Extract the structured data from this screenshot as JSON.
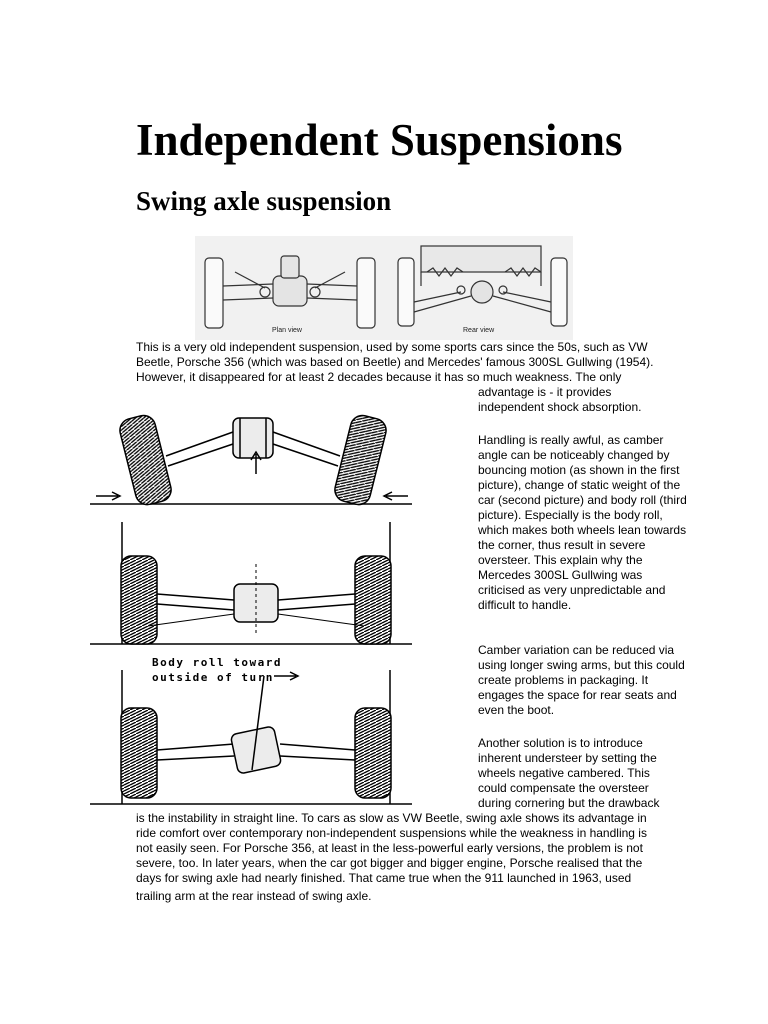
{
  "title": "Independent Suspensions",
  "subtitle": "Swing axle suspension",
  "figure_top": {
    "caption_left": "Plan view",
    "caption_right": "Rear view"
  },
  "figure_side": {
    "annotation_line1": "Body roll toward",
    "annotation_line2": "outside of turn"
  },
  "intro_lines": [
    "This is a very old independent suspension, used by some sports cars since the 50s, such as VW",
    "Beetle, Porsche 356 (which was based on Beetle) and Mercedes' famous 300SL Gullwing (1954).",
    "However, it disappeared for at least 2 decades because it has so much weakness. The only"
  ],
  "side_lines_1": [
    "advantage is - it provides",
    "independent shock absorption."
  ],
  "side_para_2": "Handling is really awful, as camber angle can be noticeably changed by bouncing motion (as shown in the first picture), change of static weight of the car (second picture) and body roll (third picture). Especially is the body roll, which makes both wheels lean towards the corner, thus result in severe oversteer. This explain why the Mercedes 300SL Gullwing was criticised as very unpredictable and difficult to handle.",
  "side_para_3": "Camber variation can be reduced via using longer swing arms, but this could create problems in packaging. It engages the space for rear seats and even the boot.",
  "side_lines_4": [
    "Another solution is to introduce",
    "inherent understeer by setting the",
    "wheels negative cambered. This",
    "could compensate the oversteer",
    "during cornering but the drawback"
  ],
  "bottom_lines": [
    "is the instability in straight line. To cars as slow as VW Beetle, swing axle shows its advantage in",
    "ride comfort over contemporary non-independent suspensions while the weakness in handling is",
    "not easily seen. For Porsche 356, at least in the less-powerful early versions, the problem is not",
    "severe, too. In later years, when the car got bigger and bigger engine, Porsche realised that the",
    "days for swing axle had nearly finished. That came true when the 911 launched in 1963, used",
    "trailing arm at the rear instead of swing axle."
  ]
}
